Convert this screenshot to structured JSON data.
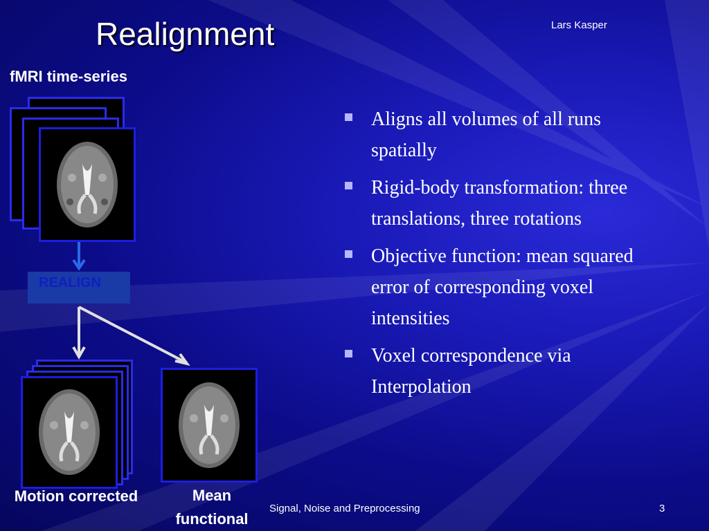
{
  "slide": {
    "title": "Realignment",
    "author": "Lars Kasper",
    "series_label": "fMRI time-series",
    "realign_label": "REALIGN",
    "caption_motion": "Motion corrected",
    "caption_mean_line1": "Mean",
    "caption_mean_line2": "functional",
    "footer": "Signal, Noise and Preprocessing",
    "page_number": "3"
  },
  "bullets": [
    "Aligns all volumes of all runs spatially",
    "Rigid-body transformation: three translations, three rotations",
    "Objective function: mean squared error of corresponding voxel intensities",
    "Voxel correspondence via Interpolation"
  ],
  "colors": {
    "background": "#0c0c8a",
    "frame_border": "#1d1de0",
    "bullet_marker": "#b6b6ff",
    "arrow_blue": "#2a6ae8",
    "arrow_white": "#e0e0e0"
  }
}
